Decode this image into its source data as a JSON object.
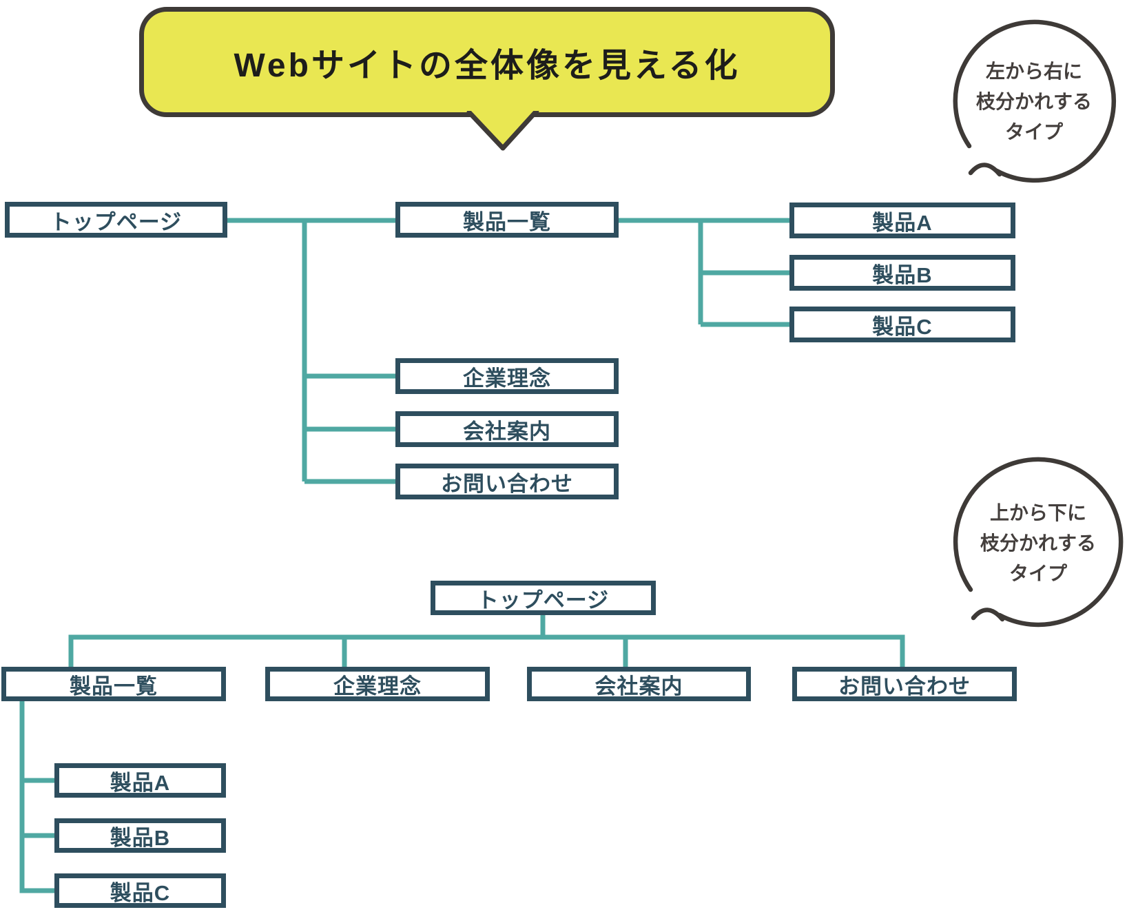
{
  "title": "Webサイトの全体像を見える化",
  "callout_left_right": {
    "line1": "左から右に",
    "line2": "枝分かれする",
    "line3": "タイプ"
  },
  "callout_top_down": {
    "line1": "上から下に",
    "line2": "枝分かれする",
    "line3": "タイプ"
  },
  "sitemap_horizontal": {
    "home": "トップページ",
    "product_list": "製品一覧",
    "product_a": "製品A",
    "product_b": "製品B",
    "product_c": "製品C",
    "philosophy": "企業理念",
    "company": "会社案内",
    "contact": "お問い合わせ"
  },
  "sitemap_vertical": {
    "home": "トップページ",
    "product_list": "製品一覧",
    "product_a": "製品A",
    "product_b": "製品B",
    "product_c": "製品C",
    "philosophy": "企業理念",
    "company": "会社案内",
    "contact": "お問い合わせ"
  },
  "colors": {
    "bubble_yellow": "#E9E752",
    "outline_dark": "#3E3A37",
    "node_border": "#2E4E5E",
    "connector_teal": "#4FA8A2",
    "title_text": "#1D1D1B"
  }
}
